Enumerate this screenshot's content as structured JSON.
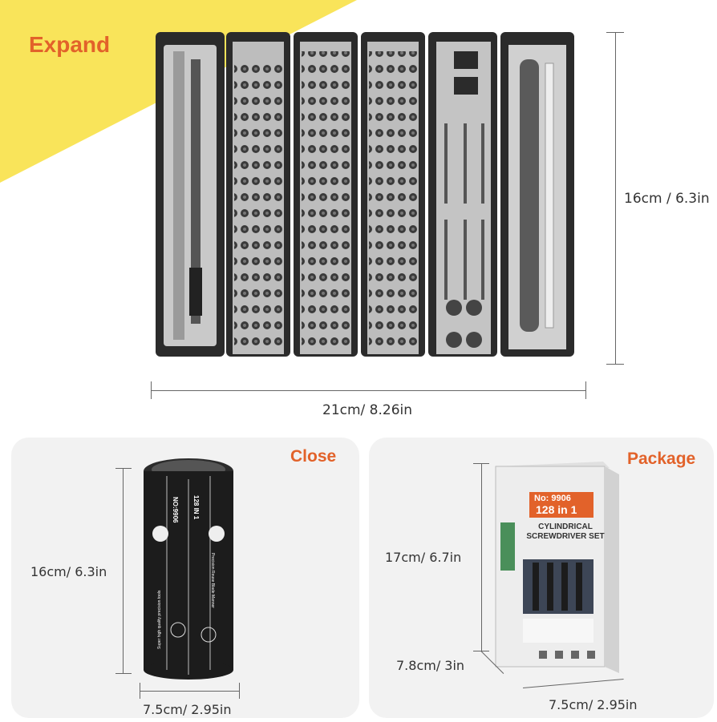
{
  "expand": {
    "title": "Expand",
    "width_label": "21cm/ 8.26in",
    "height_label": "16cm / 6.3in"
  },
  "close": {
    "title": "Close",
    "height_label": "16cm/ 6.3in",
    "width_label": "7.5cm/ 2.95in",
    "cylinder_texts": [
      "NO:9906",
      "128 IN 1",
      "Super high quality precision tools",
      "Precision Reuse Blade Manner"
    ]
  },
  "package": {
    "title": "Package",
    "height_label": "17cm/ 6.7in",
    "depth_label": "7.8cm/ 3in",
    "width_label": "7.5cm/ 2.95in",
    "box_no": "No: 9906",
    "box_count": "128 in 1",
    "box_name": "CYLINDRICAL SCREWDRIVER SET"
  },
  "colors": {
    "accent": "#e2622a",
    "corner": "#f9e45a",
    "case": "#2b2b2b",
    "tray": "#b9b9b9"
  }
}
